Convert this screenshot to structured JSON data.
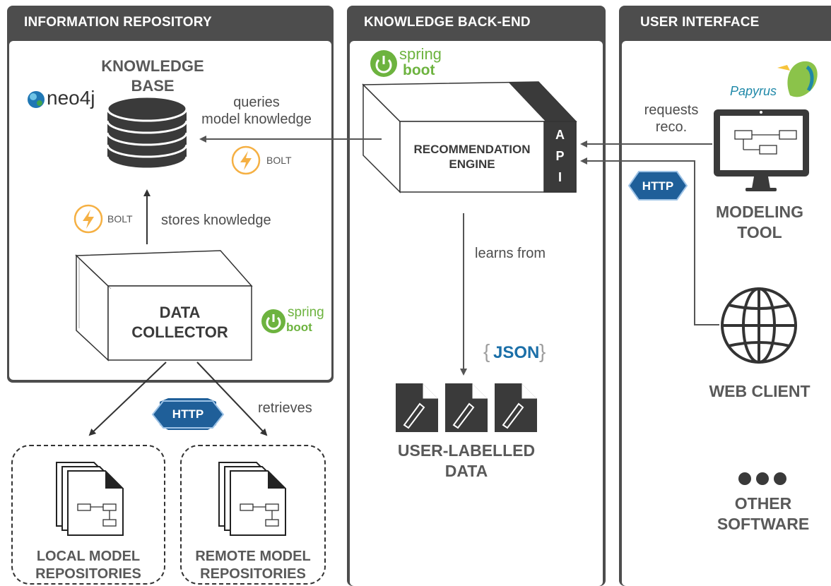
{
  "panels": {
    "info_repo": "INFORMATION REPOSITORY",
    "knowledge_backend": "KNOWLEDGE BACK-END",
    "user_interface": "USER INTERFACE"
  },
  "nodes": {
    "knowledge_base": "KNOWLEDGE\nBASE",
    "data_collector": "DATA\nCOLLECTOR",
    "recommendation_engine": "RECOMMENDATION\nENGINE",
    "api": [
      "A",
      "P",
      "I"
    ],
    "user_labelled_data": "USER-LABELLED\nDATA",
    "local_repos": "LOCAL MODEL\nREPOSITORIES",
    "remote_repos": "REMOTE MODEL\nREPOSITORIES",
    "modeling_tool": "MODELING\nTOOL",
    "web_client": "WEB CLIENT",
    "other_software": "OTHER\nSOFTWARE"
  },
  "edges": {
    "queries": "queries\nmodel knowledge",
    "stores": "stores knowledge",
    "learns": "learns from",
    "retrieves": "retrieves",
    "requests": "requests\nreco."
  },
  "protocols": {
    "bolt": "BOLT",
    "http": "HTTP"
  },
  "logos": {
    "neo4j": "neo4j",
    "spring": "spring",
    "boot": "boot",
    "json": "JSON",
    "papyrus": "Papyrus"
  },
  "colors": {
    "panel": "#4d4d4d",
    "spring_green": "#6db33f",
    "bolt_orange": "#f5b043",
    "http_blue": "#1f5f99",
    "json_blue": "#1b6fa8"
  }
}
